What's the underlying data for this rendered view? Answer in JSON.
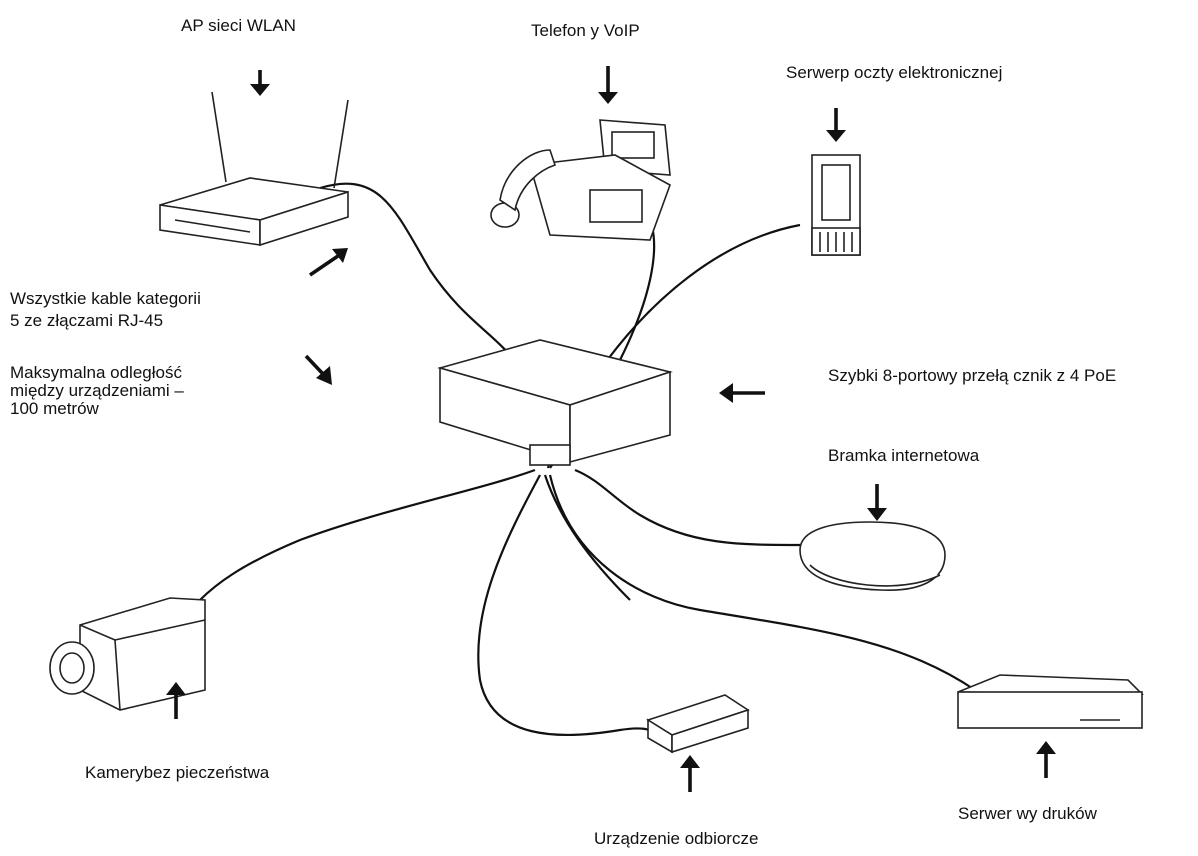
{
  "labels": {
    "ap": "AP sieci WLAN",
    "voip": "Telefon y VoIP",
    "mail": "Serwerp oczty elektronicznej",
    "cables": "Wszystkie kable kategorii\n5 ze złączami RJ-45",
    "distance": "Maksymalna odległość\nmiędzy urządzeniami –\n100 metrów",
    "switch": "Szybki 8-portowy przełą cznik z 4 PoE",
    "gateway": "Bramka internetowa",
    "camera": "Kamerybez pieczeństwa",
    "receiver": "Urządzenie odbiorcze",
    "printserver": "Serwer wy druków"
  },
  "icons": [
    "wireless-router-icon",
    "voip-phone-icon",
    "mail-server-icon",
    "network-switch-icon",
    "internet-gateway-icon",
    "security-camera-icon",
    "receiver-device-icon",
    "print-server-icon"
  ]
}
